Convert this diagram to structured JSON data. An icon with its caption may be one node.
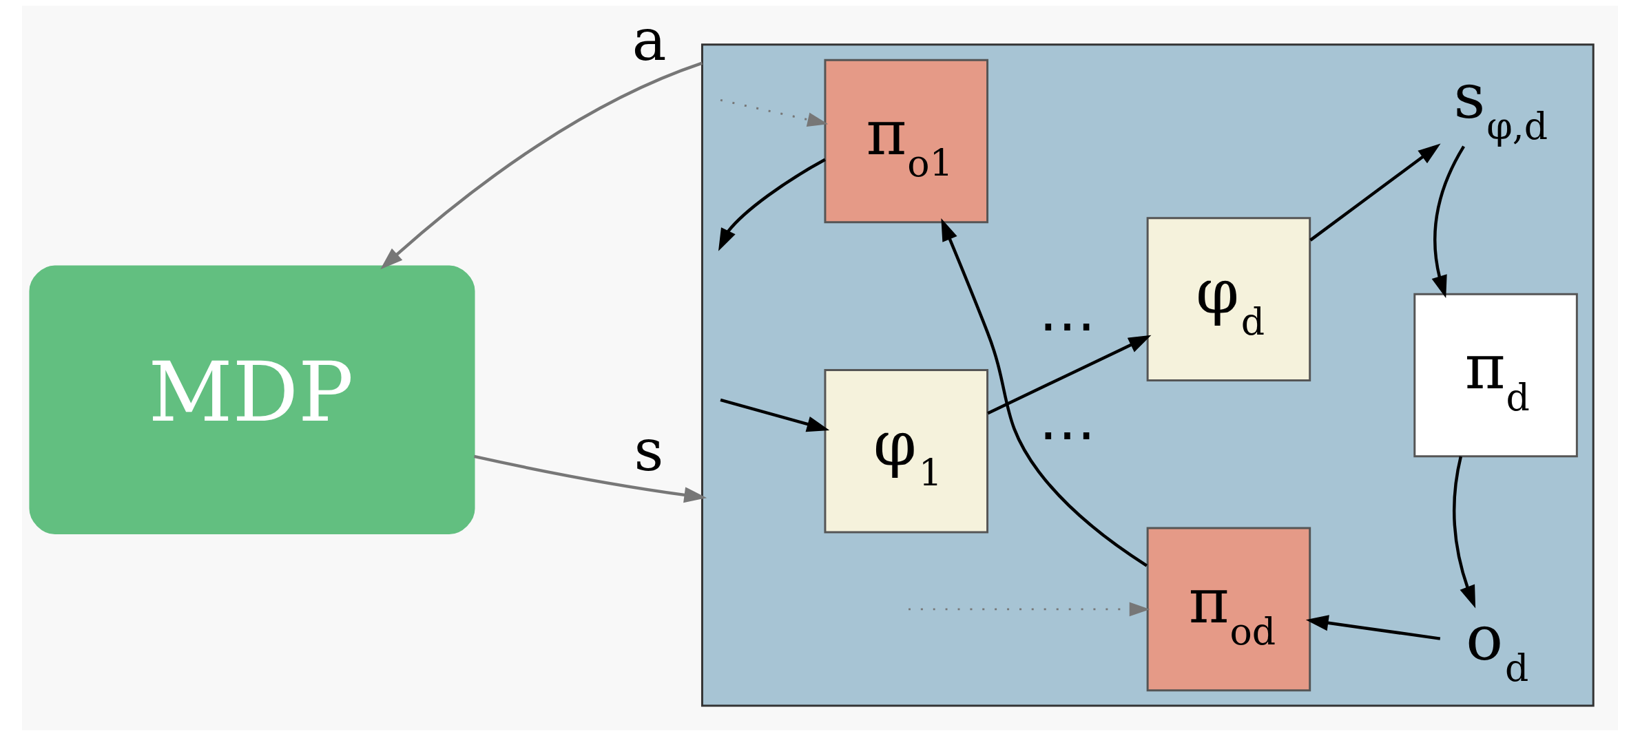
{
  "diagram": {
    "nodes": [
      {
        "text": [],
        "shape": "trapezoid"
      },
      {
        "text": [
          "MDP"
        ]
      },
      {
        "text": [
          "π$_{o1}$"
        ],
        "in": 0
      },
      {
        "text": [
          "π$_{od}$"
        ],
        "in": 0
      },
      {
        "text": [
          "o$_{d}$"
        ],
        "in": 0
      },
      {
        "text": [
          "π$_{d}$"
        ],
        "in": 0
      },
      {
        "text": [
          "φ$_{1}$"
        ],
        "in": 0
      },
      {
        "text": [
          "φ$_{d}$"
        ],
        "in": 0
      },
      {
        "text": [
          "s$_{φ,d}$"
        ],
        "in": 0
      }
    ],
    "edges": [
      {
        "from": 0,
        "to": 1,
        "arrow": "to",
        "label": "a",
        "color": "#777777"
      },
      {
        "from": 1,
        "to": 0,
        "arrow": "to",
        "label": "s",
        "color": "#777777"
      },
      {
        "from": null,
        "to": 6,
        "arrow": "to"
      },
      {
        "from": 6,
        "to": 7,
        "arrow": "to",
        "label": "⋯"
      },
      {
        "from": 7,
        "to": 8,
        "arrow": "to"
      },
      {
        "from": 8,
        "to": 5,
        "arrow": "to"
      },
      {
        "from": 5,
        "to": 4,
        "arrow": "to"
      },
      {
        "from": 4,
        "to": 3,
        "arrow": "to"
      },
      {
        "from": 3,
        "to": 2,
        "arrow": "to",
        "label": "⋯"
      },
      {
        "from": 2,
        "to": null,
        "arrow": "to"
      },
      {
        "from": null,
        "to": 2,
        "arrow": "to",
        "style": "dashed",
        "color": "#777777"
      },
      {
        "from": null,
        "to": 3,
        "arrow": "to",
        "style": "dashed",
        "color": "#777777"
      }
    ]
  }
}
